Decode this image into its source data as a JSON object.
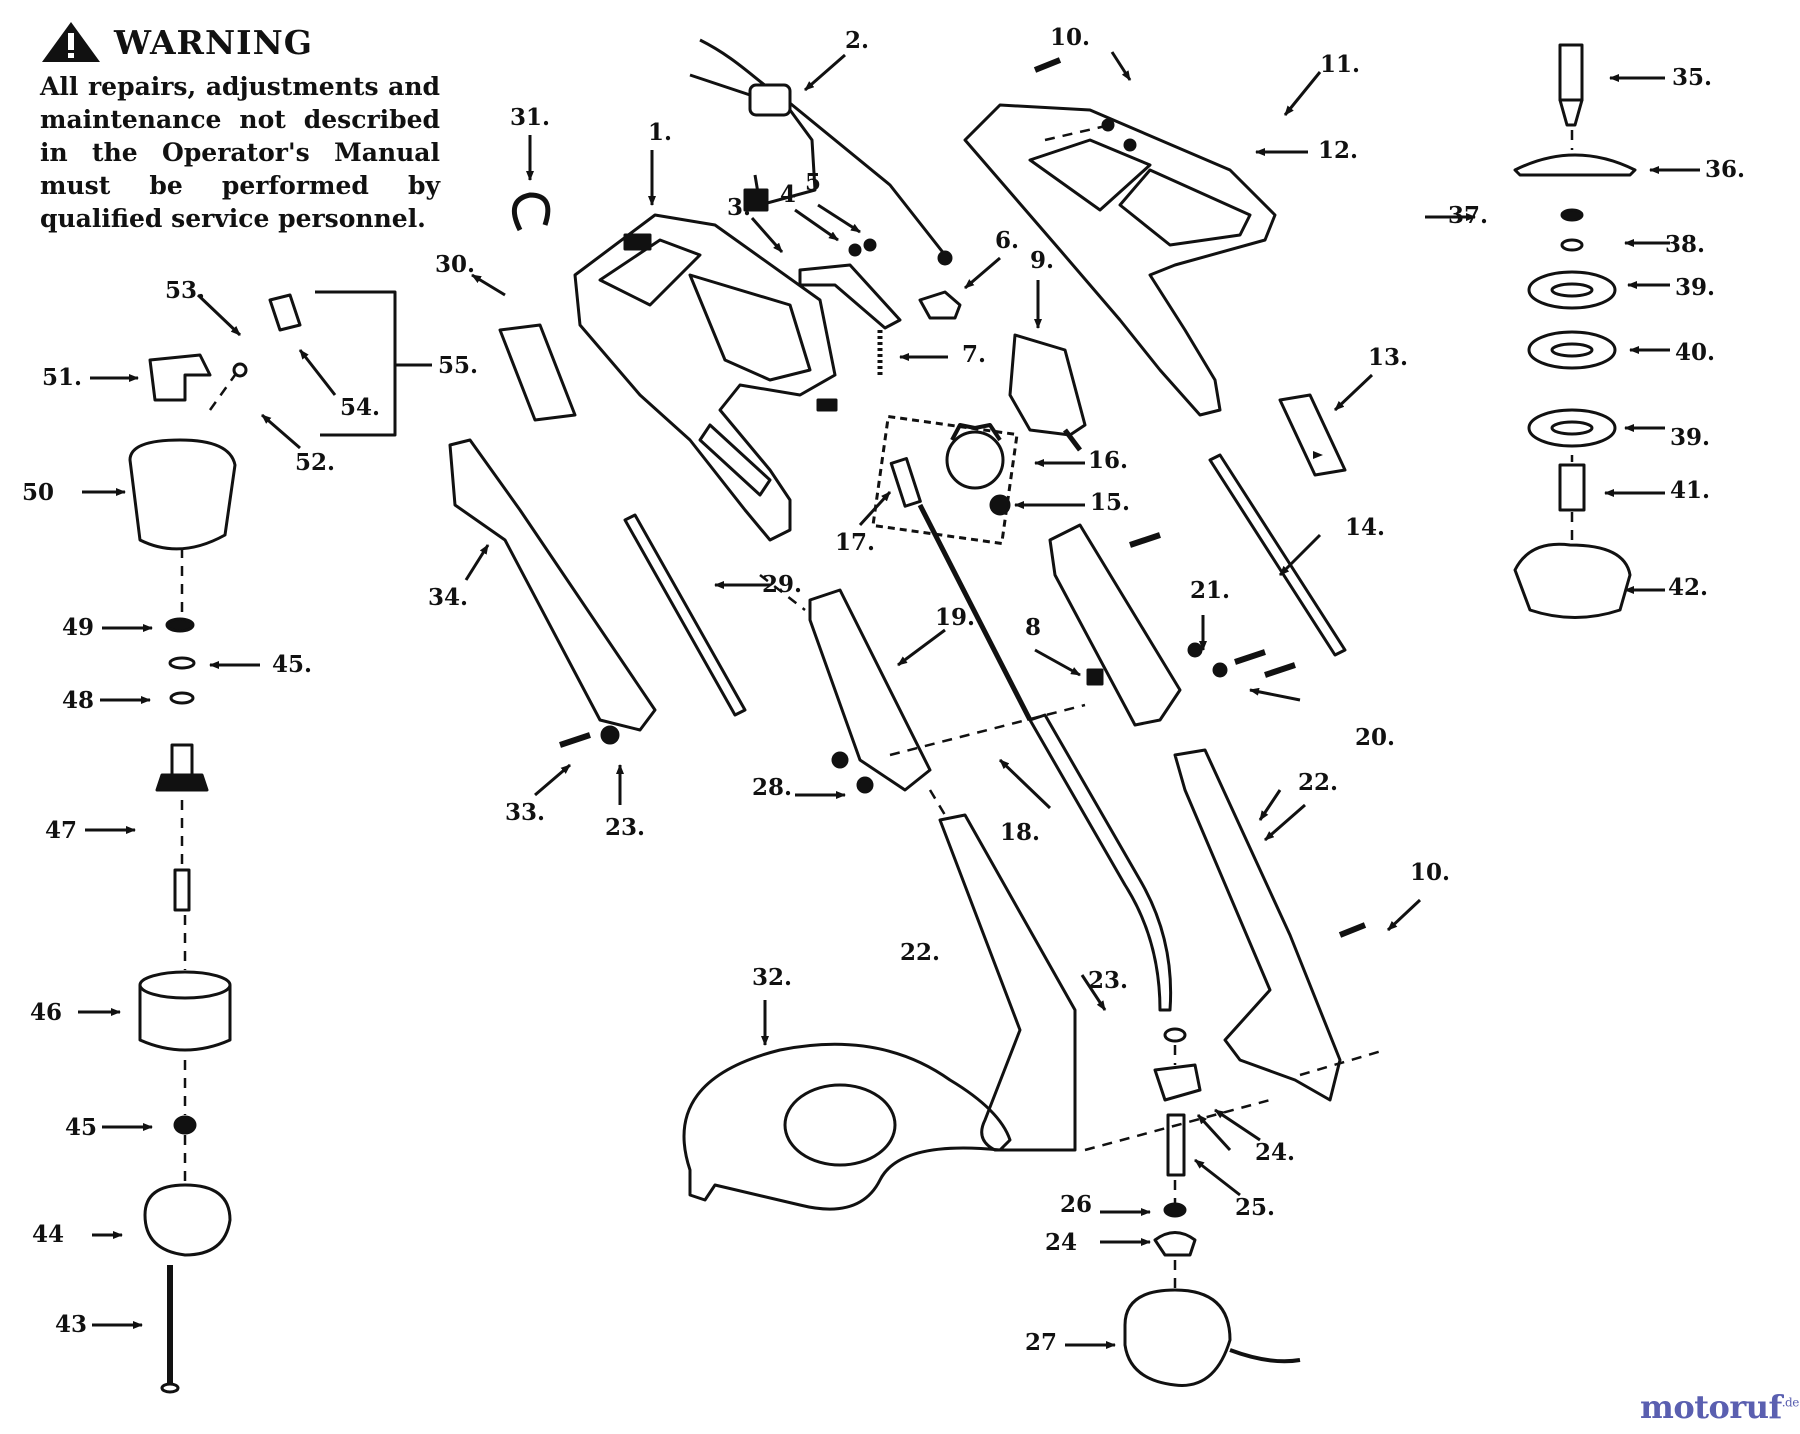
{
  "warning": {
    "title": "WARNING",
    "text": "All repairs, adjustments and maintenance not described in the Operator's Manual must be performed by qualified service personnel.",
    "icon": "warning-triangle-icon"
  },
  "callouts": [
    {
      "id": "c1",
      "label": "1."
    },
    {
      "id": "c2",
      "label": "2."
    },
    {
      "id": "c3",
      "label": "3."
    },
    {
      "id": "c4",
      "label": "4"
    },
    {
      "id": "c5",
      "label": "5"
    },
    {
      "id": "c6",
      "label": "6."
    },
    {
      "id": "c7",
      "label": "7."
    },
    {
      "id": "c8",
      "label": "8"
    },
    {
      "id": "c9",
      "label": "9."
    },
    {
      "id": "c10a",
      "label": "10."
    },
    {
      "id": "c10b",
      "label": "10."
    },
    {
      "id": "c11",
      "label": "11."
    },
    {
      "id": "c12",
      "label": "12."
    },
    {
      "id": "c13",
      "label": "13."
    },
    {
      "id": "c14",
      "label": "14."
    },
    {
      "id": "c15",
      "label": "15."
    },
    {
      "id": "c16",
      "label": "16."
    },
    {
      "id": "c17",
      "label": "17."
    },
    {
      "id": "c18",
      "label": "18."
    },
    {
      "id": "c19",
      "label": "19."
    },
    {
      "id": "c20",
      "label": "20."
    },
    {
      "id": "c21",
      "label": "21."
    },
    {
      "id": "c22a",
      "label": "22."
    },
    {
      "id": "c22b",
      "label": "22."
    },
    {
      "id": "c23a",
      "label": "23."
    },
    {
      "id": "c23b",
      "label": "23."
    },
    {
      "id": "c24a",
      "label": "24."
    },
    {
      "id": "c24b",
      "label": "24"
    },
    {
      "id": "c25",
      "label": "25."
    },
    {
      "id": "c26",
      "label": "26"
    },
    {
      "id": "c27",
      "label": "27"
    },
    {
      "id": "c28",
      "label": "28."
    },
    {
      "id": "c29",
      "label": "29."
    },
    {
      "id": "c30",
      "label": "30."
    },
    {
      "id": "c31",
      "label": "31."
    },
    {
      "id": "c32",
      "label": "32."
    },
    {
      "id": "c33",
      "label": "33."
    },
    {
      "id": "c34",
      "label": "34."
    },
    {
      "id": "c35",
      "label": "35."
    },
    {
      "id": "c36",
      "label": "36."
    },
    {
      "id": "c37",
      "label": "37."
    },
    {
      "id": "c38",
      "label": "38."
    },
    {
      "id": "c39a",
      "label": "39."
    },
    {
      "id": "c39b",
      "label": "39."
    },
    {
      "id": "c40",
      "label": "40."
    },
    {
      "id": "c41",
      "label": "41."
    },
    {
      "id": "c42",
      "label": "42."
    },
    {
      "id": "c43",
      "label": "43"
    },
    {
      "id": "c44",
      "label": "44"
    },
    {
      "id": "c45a",
      "label": "45."
    },
    {
      "id": "c45b",
      "label": "45"
    },
    {
      "id": "c46",
      "label": "46"
    },
    {
      "id": "c47",
      "label": "47"
    },
    {
      "id": "c48",
      "label": "48"
    },
    {
      "id": "c49",
      "label": "49"
    },
    {
      "id": "c50",
      "label": "50"
    },
    {
      "id": "c51",
      "label": "51."
    },
    {
      "id": "c52",
      "label": "52."
    },
    {
      "id": "c53",
      "label": "53."
    },
    {
      "id": "c54",
      "label": "54."
    },
    {
      "id": "c55",
      "label": "55."
    }
  ],
  "brand": {
    "main": "motoruf",
    "suffix": ".de"
  },
  "colors": {
    "ink": "#111111",
    "brand_blue": "#5a5fb0",
    "brand_orange": "#c86b3c"
  }
}
